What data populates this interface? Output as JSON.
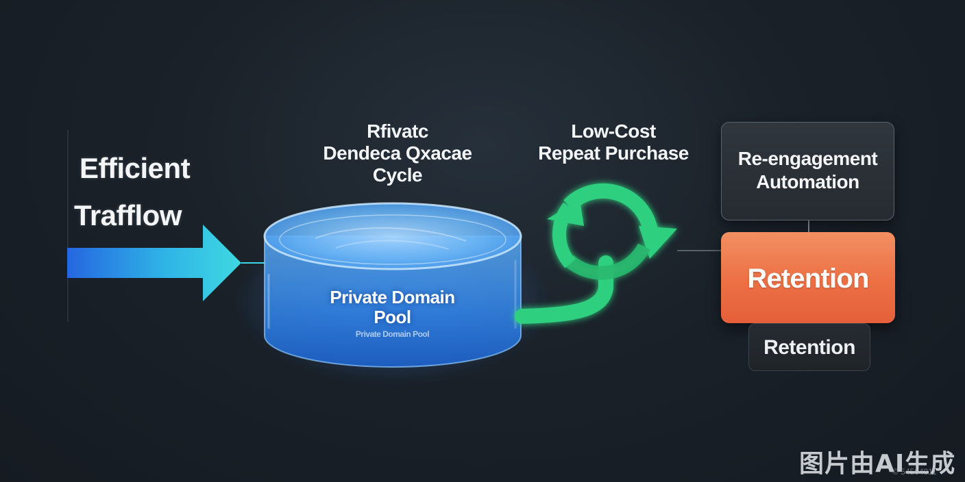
{
  "traffic": {
    "line1": "Efficient",
    "line2": "Trafflow"
  },
  "pool": {
    "top_label_lines": [
      "Rfivatc",
      "Dendeca Qxacae",
      "Cycle"
    ],
    "name_lines": [
      "Private Domain",
      "Pool"
    ],
    "small_text": "Private Domain Pool"
  },
  "repeat": {
    "label_lines": [
      "Low-Cost",
      "Repeat Purchase"
    ]
  },
  "reengagement": {
    "lines": [
      "Re-engagement",
      "Automation"
    ]
  },
  "retention": {
    "main": "Retention",
    "sub": "Retention"
  },
  "watermark": {
    "text": "图片由AI生成",
    "small": "© 54564811"
  },
  "colors": {
    "arrow_blue": "#2b7de9",
    "arrow_cyan": "#3fd4e4",
    "loop_green": "#2fd07f",
    "retention_orange": "#ec6f44",
    "background": "#1a2129"
  },
  "icons": [
    "flow-arrow-icon",
    "cylinder-pool-icon",
    "cycle-arrows-icon"
  ]
}
